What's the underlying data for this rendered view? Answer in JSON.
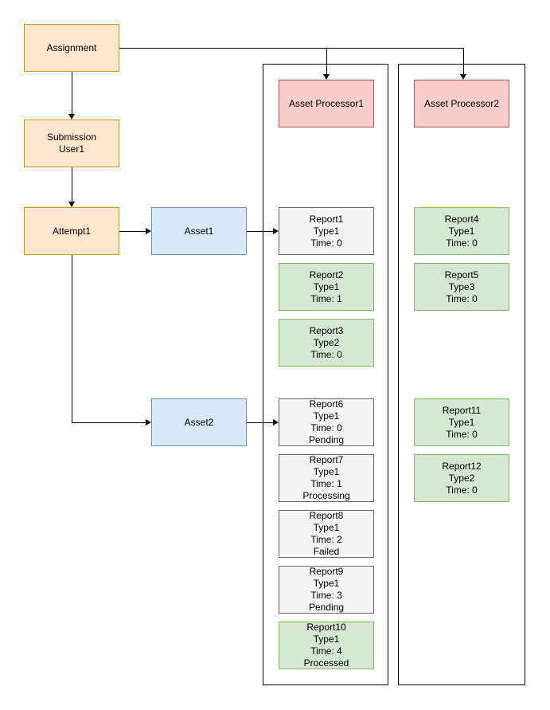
{
  "colors": {
    "orange_fill": "#FFE6CC",
    "orange_border": "#D79B00",
    "blue_fill": "#DAE8FC",
    "blue_border": "#6C8EBF",
    "red_fill": "#F8CECC",
    "red_border": "#B85450",
    "green_fill": "#D5E8D4",
    "green_border": "#82B366",
    "gray_fill": "#F5F5F5",
    "gray_border": "#666666",
    "edge_color": "#000000",
    "background": "#FFFFFF"
  },
  "nodes": {
    "assignment": {
      "label": "Assignment"
    },
    "submission": {
      "line1": "Submission",
      "line2": "User1"
    },
    "attempt1": {
      "label": "Attempt1"
    },
    "asset1": {
      "label": "Asset1"
    },
    "asset2": {
      "label": "Asset2"
    },
    "processor1": {
      "label": "Asset Processor1"
    },
    "processor2": {
      "label": "Asset Processor2"
    }
  },
  "reports": {
    "r1": {
      "name": "Report1",
      "type": "Type1",
      "time": "Time: 0"
    },
    "r2": {
      "name": "Report2",
      "type": "Type1",
      "time": "Time: 1"
    },
    "r3": {
      "name": "Report3",
      "type": "Type2",
      "time": "Time: 0"
    },
    "r4": {
      "name": "Report4",
      "type": "Type1",
      "time": "Time: 0"
    },
    "r5": {
      "name": "Report5",
      "type": "Type3",
      "time": "Time: 0"
    },
    "r6": {
      "name": "Report6",
      "type": "Type1",
      "time": "Time: 0",
      "status": "Pending"
    },
    "r7": {
      "name": "Report7",
      "type": "Type1",
      "time": "Time: 1",
      "status": "Processing"
    },
    "r8": {
      "name": "Report8",
      "type": "Type1",
      "time": "Time: 2",
      "status": "Failed"
    },
    "r9": {
      "name": "Report9",
      "type": "Type1",
      "time": "Time: 3",
      "status": "Pending"
    },
    "r10": {
      "name": "Report10",
      "type": "Type1",
      "time": "Time: 4",
      "status": "Processed"
    },
    "r11": {
      "name": "Report11",
      "type": "Type1",
      "time": "Time: 0"
    },
    "r12": {
      "name": "Report12",
      "type": "Type2",
      "time": "Time: 0"
    }
  }
}
